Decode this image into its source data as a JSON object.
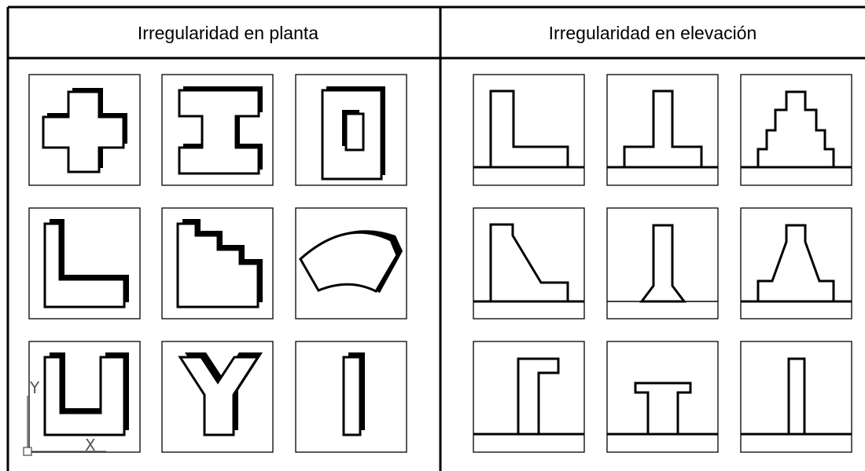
{
  "table": {
    "columns": [
      {
        "key": "planta",
        "header": "Irregularidad en planta"
      },
      {
        "key": "elevacion",
        "header": "Irregularidad en elevación"
      }
    ]
  },
  "planta_shapes": [
    {
      "id": "cross",
      "icon": "cross-plan-icon"
    },
    {
      "id": "h-section",
      "icon": "h-section-plan-icon"
    },
    {
      "id": "hollow-rectangle",
      "icon": "hollow-rectangle-plan-icon"
    },
    {
      "id": "l-shape",
      "icon": "l-shape-plan-icon"
    },
    {
      "id": "stepped",
      "icon": "stepped-plan-icon"
    },
    {
      "id": "curved-sector",
      "icon": "curved-sector-plan-icon"
    },
    {
      "id": "u-shape",
      "icon": "u-shape-plan-icon"
    },
    {
      "id": "y-shape",
      "icon": "y-shape-plan-icon"
    },
    {
      "id": "narrow-bar",
      "icon": "narrow-bar-plan-icon"
    }
  ],
  "elevacion_shapes": [
    {
      "id": "l-elevation",
      "icon": "l-elevation-icon"
    },
    {
      "id": "inverted-t-elevation",
      "icon": "inverted-t-elevation-icon"
    },
    {
      "id": "stepped-pyramid-elevation",
      "icon": "stepped-pyramid-elevation-icon"
    },
    {
      "id": "sloped-l-elevation",
      "icon": "sloped-l-elevation-icon"
    },
    {
      "id": "flared-tower-elevation",
      "icon": "flared-tower-elevation-icon"
    },
    {
      "id": "tapered-tower-elevation",
      "icon": "tapered-tower-elevation-icon"
    },
    {
      "id": "overhang-elevation",
      "icon": "overhang-elevation-icon"
    },
    {
      "id": "t-top-elevation",
      "icon": "t-top-elevation-icon"
    },
    {
      "id": "slender-tower-elevation",
      "icon": "slender-tower-elevation-icon"
    }
  ],
  "ucs": {
    "icon": "ucs-axis-icon",
    "x_label": "X",
    "y_label": "Y"
  },
  "colors": {
    "line": "#000000",
    "background": "#ffffff",
    "ucs": "#555555"
  }
}
